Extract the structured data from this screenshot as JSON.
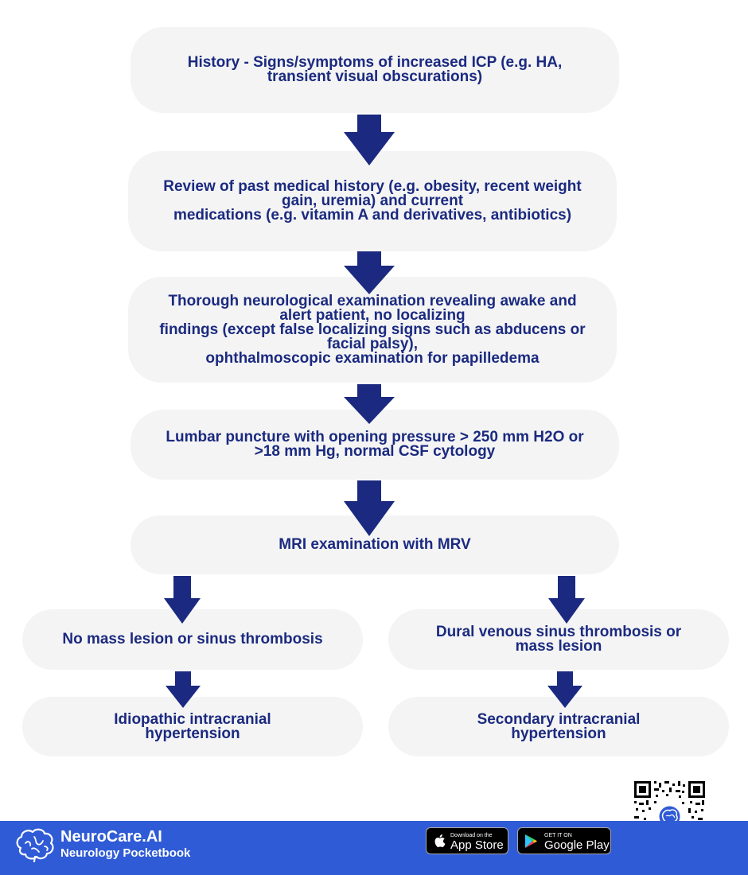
{
  "flowchart": {
    "step1": "History - Signs/symptoms of increased ICP (e.g. HA,\ntransient visual obscurations)",
    "step2": "Review of past medical history (e.g. obesity, recent weight\ngain, uremia) and current\nmedications (e.g. vitamin A and derivatives, antibiotics)",
    "step3": "Thorough neurological examination revealing awake and\nalert patient, no localizing\nfindings (except false localizing signs such as abducens or\nfacial palsy),\nophthalmoscopic examination for papilledema",
    "step4": "Lumbar puncture with opening pressure > 250 mm H2O or\n>18 mm Hg, normal CSF cytology",
    "step5": "MRI examination with MRV",
    "left_branch": "No mass lesion or sinus thrombosis",
    "right_branch": "Dural venous sinus thrombosis or\nmass lesion",
    "left_result": "Idiopathic intracranial\nhypertension",
    "right_result": "Secondary intracranial\nhypertension"
  },
  "footer": {
    "brand_name": "NeuroCare.AI",
    "brand_subtitle": "Neurology Pocketbook",
    "app_store_small": "Download on the",
    "app_store_big": "App Store",
    "google_play_small": "GET IT ON",
    "google_play_big": "Google Play"
  },
  "colors": {
    "text": "#1b2a80",
    "arrow": "#1b2a80",
    "box": "#f4f4f4",
    "footer": "#2f5bd6"
  }
}
